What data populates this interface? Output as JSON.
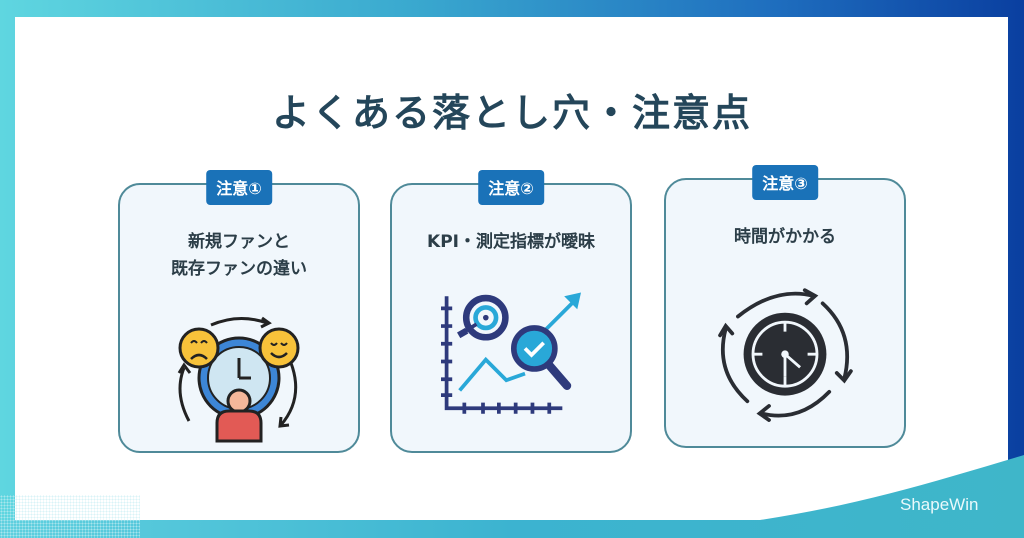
{
  "title": "よくある落とし穴・注意点",
  "cards": [
    {
      "badge": "注意①",
      "title_line1": "新規ファンと",
      "title_line2": "既存ファンの違い",
      "icon": "emotion-change-cycle-icon"
    },
    {
      "badge": "注意②",
      "title_line1": "KPI・測定指標が曖昧",
      "title_line2": "",
      "icon": "kpi-analytics-icon"
    },
    {
      "badge": "注意③",
      "title_line1": "時間がかかる",
      "title_line2": "",
      "icon": "clock-cycle-icon"
    }
  ],
  "logo": "ShapeWin",
  "colors": {
    "title": "#24465a",
    "badge": "#1a72b8",
    "card_border": "#4f8a99",
    "card_bg": "#f1f7fc",
    "frame_left": "#5fd6e0",
    "frame_right": "#0a3fa0"
  }
}
